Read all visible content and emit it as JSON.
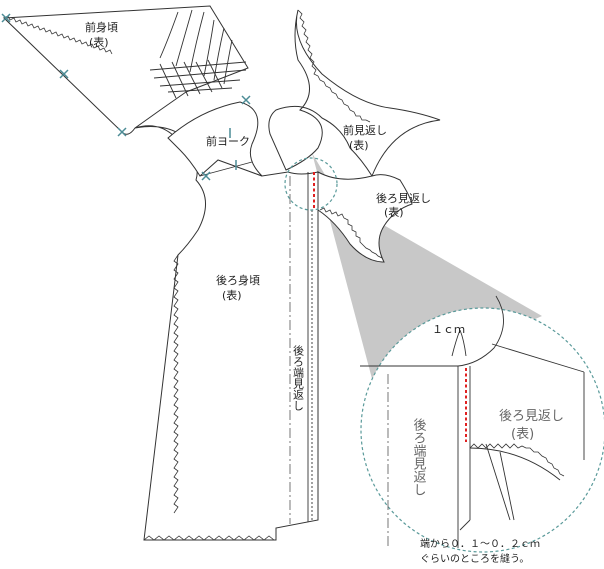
{
  "labels": {
    "front_body": "前身頃",
    "front_body_side": "(表)",
    "front_yoke": "前ヨーク",
    "front_facing": "前見返し",
    "front_facing_side": "(表)",
    "back_facing": "後ろ見返し",
    "back_facing_side": "(表)",
    "back_body": "後ろ身頃",
    "back_body_side": "(表)",
    "back_edge_facing": "後ろ端見返し"
  },
  "zoom": {
    "measure": "１ｃｍ",
    "back_facing": "後ろ見返し",
    "back_facing_side": "(表)",
    "back_edge_facing": "後ろ端見返し",
    "instruction_line1": "端から０．１～０．２ｃｍ",
    "instruction_line2": "ぐらいのところを縫う。"
  },
  "colors": {
    "stitch": "#e02020",
    "magnifier": "#c8c8c8",
    "circle_outline": "#5a9a9a",
    "marks": "#4c8c96"
  }
}
